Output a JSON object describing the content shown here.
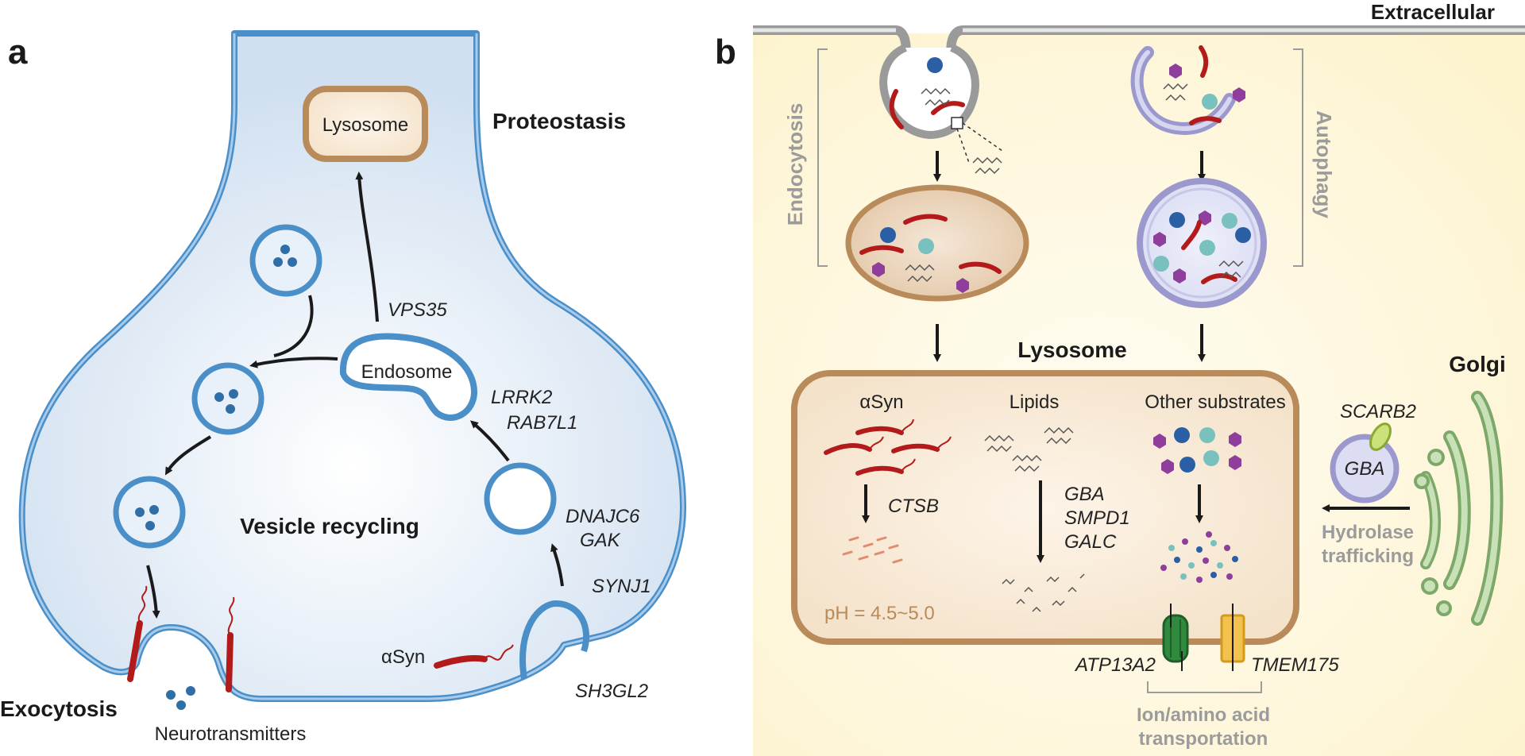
{
  "panel_a": {
    "label": "a",
    "titles": {
      "proteostasis": "Proteostasis",
      "vesicle_recycling": "Vesicle recycling",
      "exocytosis": "Exocytosis"
    },
    "organelles": {
      "lysosome": "Lysosome",
      "endosome": "Endosome"
    },
    "genes": {
      "vps35": "VPS35",
      "lrrk2": "LRRK2",
      "rab7l1": "RAB7L1",
      "dnajc6": "DNAJC6",
      "gak": "GAK",
      "synj1": "SYNJ1",
      "sh3gl2": "SH3GL2"
    },
    "labels": {
      "asyn": "αSyn",
      "neurotransmitters": "Neurotransmitters"
    }
  },
  "panel_b": {
    "label": "b",
    "labels": {
      "extracellular": "Extracellular",
      "endocytosis": "Endocytosis",
      "autophagy": "Autophagy",
      "lysosome": "Lysosome",
      "golgi": "Golgi",
      "asyn": "αSyn",
      "lipids": "Lipids",
      "other_substrates": "Other substrates",
      "ph": "pH = 4.5~5.0",
      "hydrolase_trafficking_1": "Hydrolase",
      "hydrolase_trafficking_2": "trafficking",
      "ion_transport_1": "Ion/amino acid",
      "ion_transport_2": "transportation"
    },
    "genes": {
      "ctsb": "CTSB",
      "gba": "GBA",
      "smpd1": "SMPD1",
      "galc": "GALC",
      "scarb2": "SCARB2",
      "gba_vesicle": "GBA",
      "atp13a2": "ATP13A2",
      "tmem175": "TMEM175"
    }
  },
  "colors": {
    "membrane_blue": "#4a8fc8",
    "cytoplasm_blue": "#dde9f5",
    "lysosome_tan": "#b98a5a",
    "asyn_red": "#b31b1b",
    "golgi_green": "#7da86a",
    "autophagy_purple": "#9a98cc",
    "annotation_gray": "#9b9b9b",
    "background_yellow": "#fdf6d8"
  }
}
